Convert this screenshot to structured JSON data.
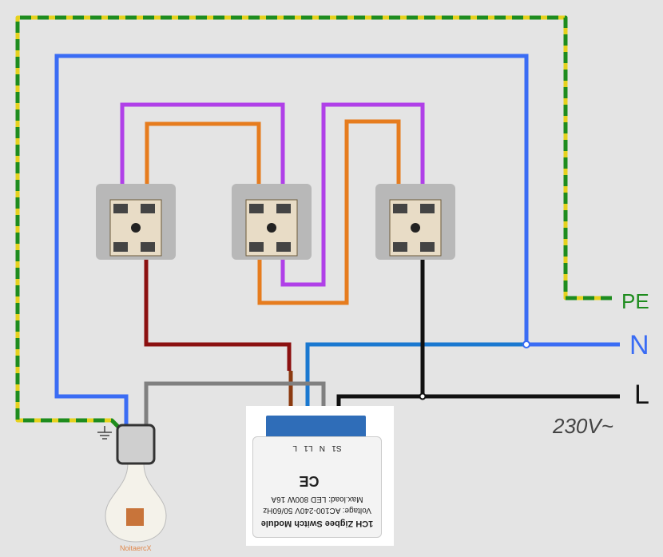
{
  "diagram": {
    "title": "Zigbee switch module wiring with three-way/intermediate switches",
    "labels": {
      "pe": "PE",
      "n": "N",
      "l": "L",
      "voltage": "230V~"
    },
    "colors": {
      "background": "#e4e4e4",
      "pe_green": "#1e8c1e",
      "pe_yellow": "#e6d21e",
      "neutral": "#3a6cf4",
      "module_neutral": "#1a78d0",
      "live": "#111111",
      "switch_purple": "#b040e8",
      "switch_orange": "#e67c1e",
      "switched_red": "#8b1010",
      "s1_brown": "#8b3a10",
      "lamp_gray": "#808080"
    },
    "switches": [
      {
        "name": "switch-1",
        "type": "two-way switch"
      },
      {
        "name": "switch-2",
        "type": "intermediate switch"
      },
      {
        "name": "switch-3",
        "type": "two-way switch"
      }
    ],
    "module": {
      "title": "1CH Zigbee Switch Module",
      "voltage": "Voltage: AC100-240V 50/60Hz",
      "max_load": "Max.load: LED 800W 16A",
      "terminals": [
        "S1",
        "N",
        "L1",
        "L"
      ],
      "schematic_labels": [
        "N",
        "L"
      ],
      "ce_mark": "CE"
    },
    "lamp": {
      "watermark": "NoitaercX"
    }
  }
}
